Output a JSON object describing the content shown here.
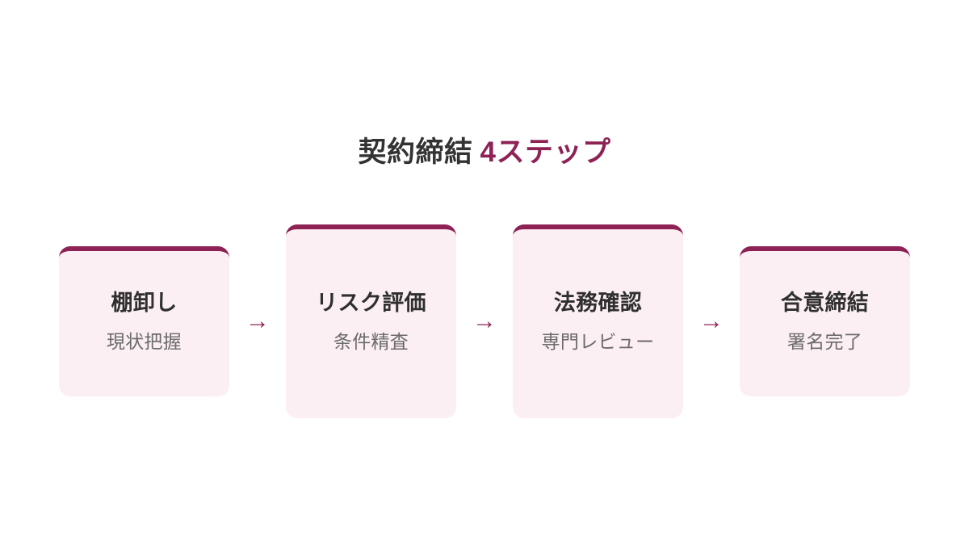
{
  "slide": {
    "background_color": "#FFFFFF",
    "accent_color": "#8E2255",
    "card_bg_color": "#FCEFF4",
    "title_color": "#333333",
    "subtitle_color": "#6B6B6B",
    "title": {
      "main": "契約締結",
      "accent": "4ステップ"
    },
    "arrow_glyph": "→",
    "steps": [
      {
        "title": "棚卸し",
        "subtitle": "現状把握"
      },
      {
        "title": "リスク評価",
        "subtitle": "条件精査"
      },
      {
        "title": "法務確認",
        "subtitle": "専門レビュー"
      },
      {
        "title": "合意締結",
        "subtitle": "署名完了"
      }
    ]
  }
}
